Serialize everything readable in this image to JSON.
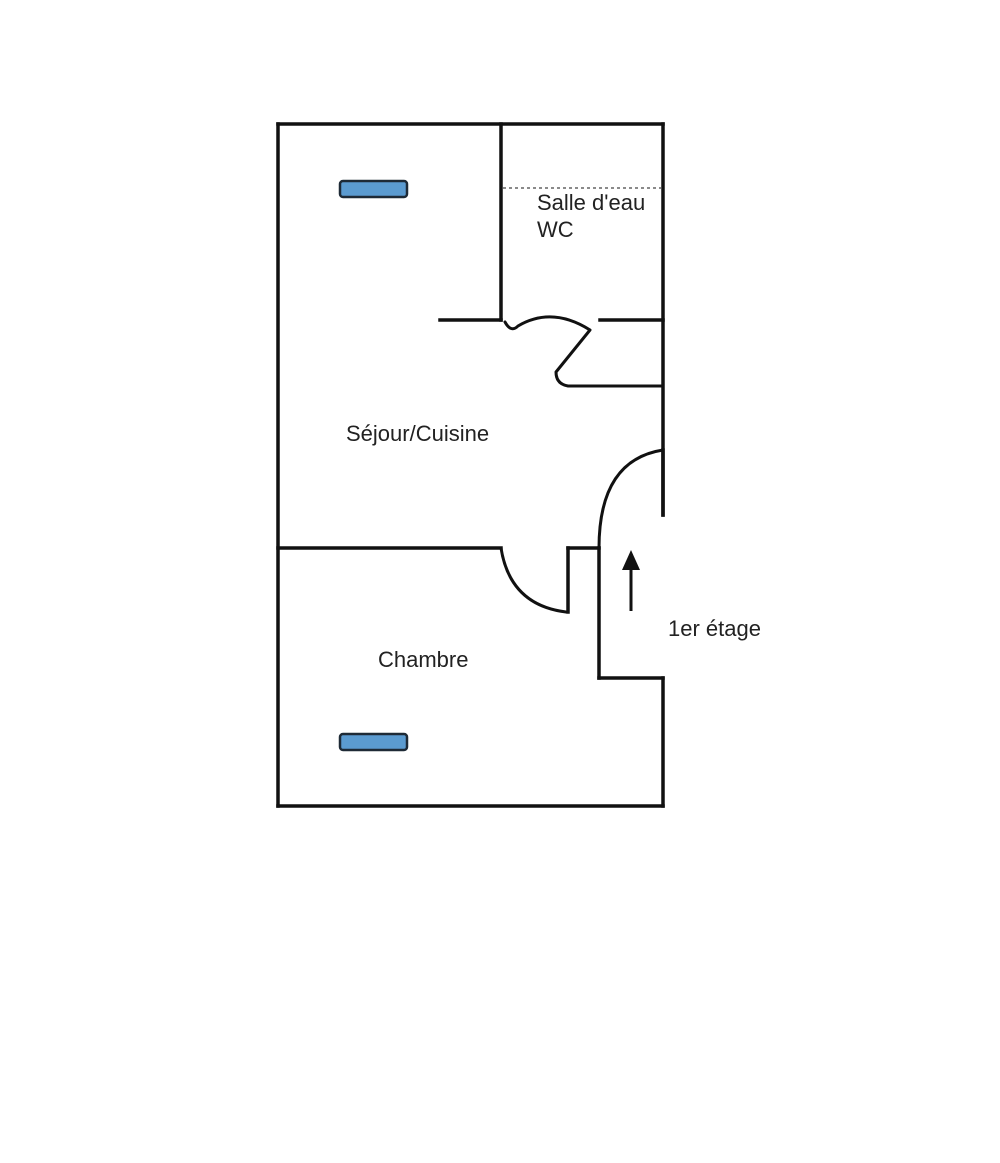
{
  "rooms": {
    "bathroom_line1": "Salle d'eau",
    "bathroom_line2": "WC",
    "living": "Séjour/Cuisine",
    "bedroom": "Chambre"
  },
  "stairs": {
    "label": "1er étage"
  },
  "icons": {
    "heater": "radiator-icon",
    "stairs_arrow": "arrow-up-icon"
  },
  "colors": {
    "walls": "#111111",
    "heater_fill": "#5b9bd0",
    "heater_stroke": "#1e2a36",
    "text": "#222222"
  }
}
